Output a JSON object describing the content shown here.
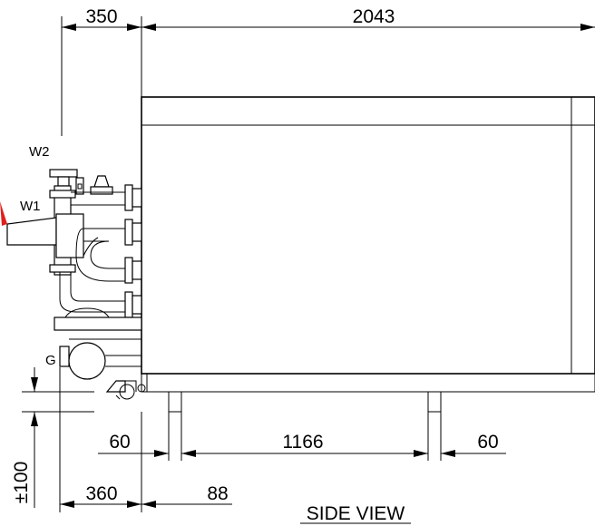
{
  "drawing": {
    "title": "SIDE VIEW",
    "dimensions": {
      "top_left": "350",
      "top_overall": "2043",
      "leg_left_gap": "60",
      "leg_span": "1166",
      "leg_right_gap": "60",
      "vertical_adjust": "±100",
      "bottom_left": "360",
      "bottom_offset": "88"
    },
    "labels": {
      "w2": "W2",
      "w1": "W1",
      "g": "G"
    },
    "colors": {
      "line": "#000000",
      "background": "#ffffff",
      "inlet_marker": "#e0201c"
    }
  }
}
